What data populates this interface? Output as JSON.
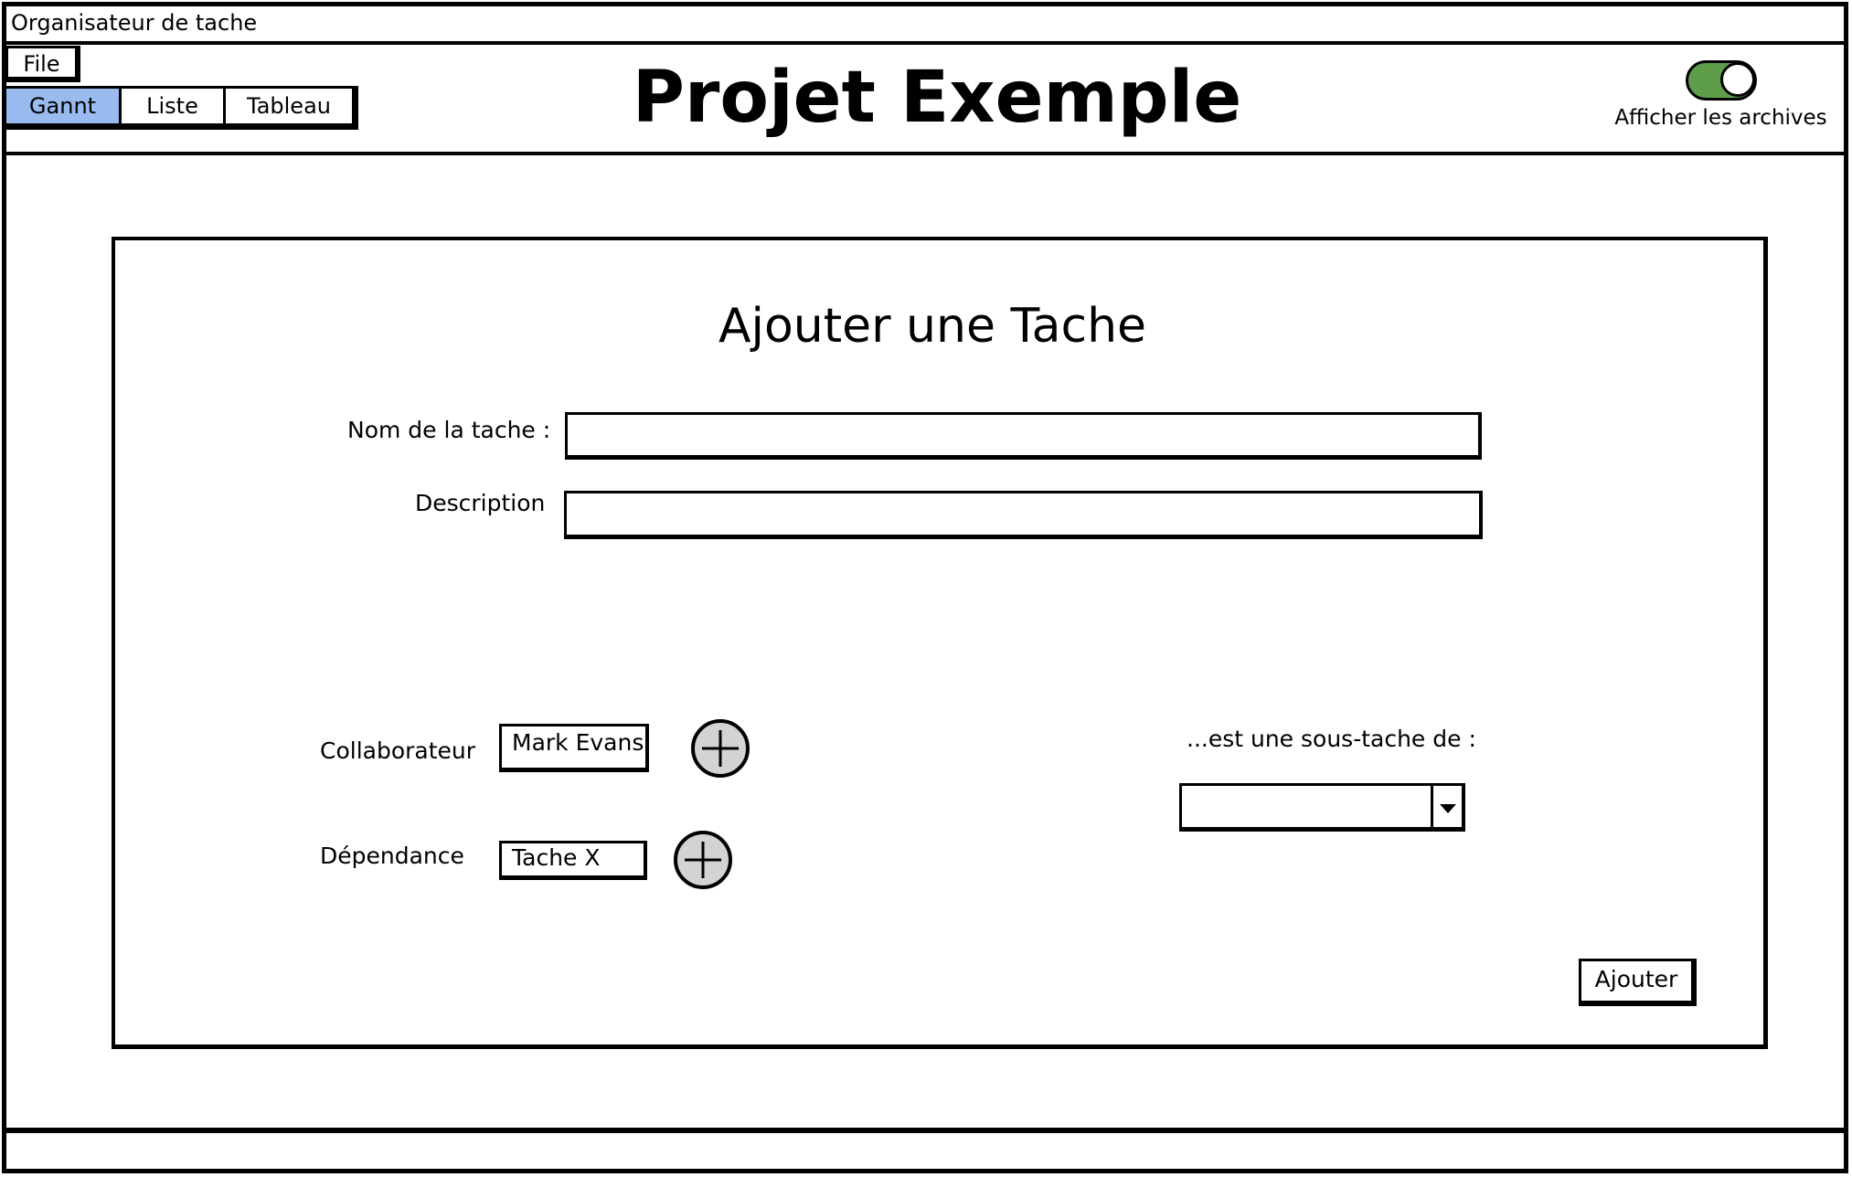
{
  "window": {
    "title": "Organisateur de tache"
  },
  "menu": {
    "file_label": "File"
  },
  "tabs": [
    {
      "label": "Gannt",
      "active": true
    },
    {
      "label": "Liste",
      "active": false
    },
    {
      "label": "Tableau",
      "active": false
    }
  ],
  "header": {
    "title": "Projet Exemple",
    "archive_toggle": {
      "label": "Afficher les archives",
      "on": true
    }
  },
  "dialog": {
    "title": "Ajouter une Tache",
    "task_name": {
      "label": "Nom de la tache :",
      "value": ""
    },
    "description": {
      "label": "Description",
      "value": ""
    },
    "collaborator": {
      "label": "Collaborateur",
      "value": "Mark Evans"
    },
    "dependency": {
      "label": "Dépendance",
      "value": "Tache X"
    },
    "parent_task": {
      "label": "...est une sous-tache de :",
      "value": ""
    },
    "submit_label": "Ajouter"
  },
  "icons": {
    "add_collaborator": "plus-circle-icon",
    "add_dependency": "plus-circle-icon",
    "dropdown": "caret-down-icon"
  },
  "colors": {
    "active_tab": "#99bbf0",
    "toggle_on": "#5e9e4b",
    "add_button": "#d3d3d3",
    "border": "#000000"
  }
}
